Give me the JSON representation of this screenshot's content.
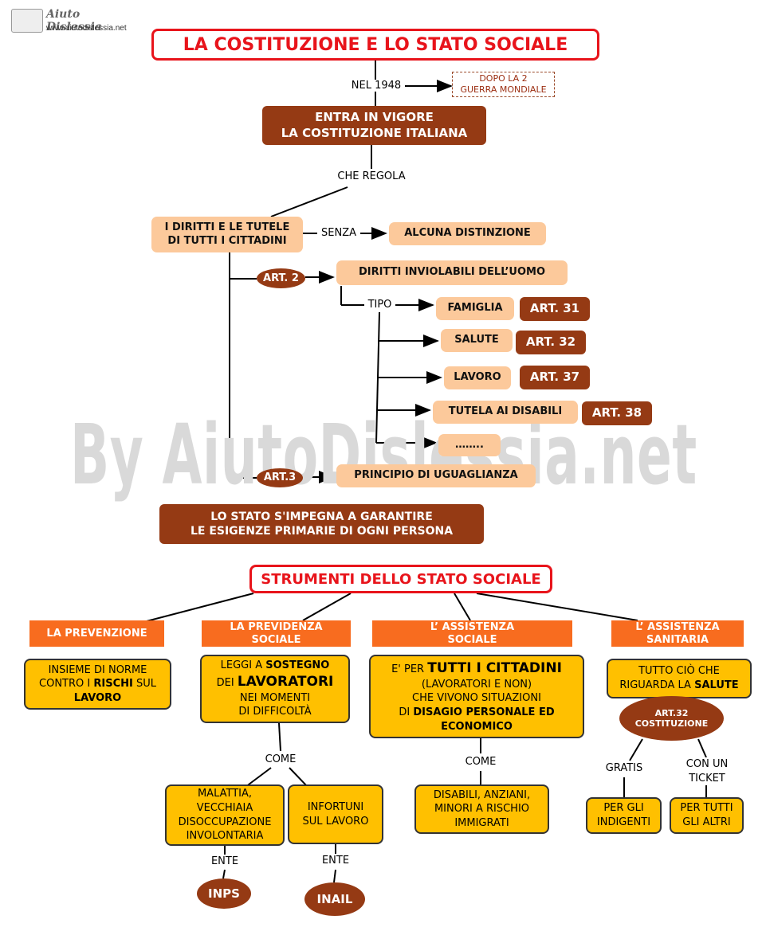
{
  "logo": {
    "name": "Aiuto Dislessia",
    "url": "www.aiutodislessia.net"
  },
  "watermark": "By AiutoDislessia.net",
  "title1": "LA COSTITUZIONE E LO STATO SOCIALE",
  "labels": {
    "nel1948": "NEL 1948",
    "che_regola": "CHE REGOLA",
    "senza": "SENZA",
    "tipo": "TIPO",
    "come1": "COME",
    "come2": "COME",
    "ente1": "ENTE",
    "ente2": "ENTE",
    "gratis": "GRATIS",
    "con_ticket": [
      "CON UN",
      "TICKET"
    ]
  },
  "dopo": [
    "DOPO LA 2",
    "GUERRA MONDIALE"
  ],
  "costituzione": [
    "ENTRA IN VIGORE",
    "LA COSTITUZIONE ITALIANA"
  ],
  "diritti": [
    "I DIRITTI E LE TUTELE",
    "DI TUTTI I CITTADINI"
  ],
  "distinzione": "ALCUNA DISTINZIONE",
  "art2": "ART. 2",
  "inviolabili": "DIRITTI INVIOLABILI DELL’UOMO",
  "tipi": [
    {
      "label": "FAMIGLIA",
      "art": "ART. 31"
    },
    {
      "label": "SALUTE",
      "art": "ART. 32"
    },
    {
      "label": "LAVORO",
      "art": "ART. 37"
    },
    {
      "label": "TUTELA AI DISABILI",
      "art": "ART. 38"
    },
    {
      "label": "……..",
      "art": ""
    }
  ],
  "art3": "ART.3",
  "uguaglianza": "PRINCIPIO DI UGUAGLIANZA",
  "impegno": [
    "LO STATO S'IMPEGNA A GARANTIRE",
    "LE ESIGENZE PRIMARIE DI OGNI PERSONA"
  ],
  "title2": "STRUMENTI DELLO STATO SOCIALE",
  "prevenzione": {
    "header": "LA  PREVENZIONE",
    "line1": "INSIEME DI NORME",
    "line2a": "CONTRO I ",
    "line2b": "RISCHI",
    "line2c": " SUL",
    "line3": "LAVORO"
  },
  "previdenza": {
    "header": [
      "LA  PREVIDENZA",
      "SOCIALE"
    ],
    "line1a": "LEGGI A ",
    "line1b": "SOSTEGNO",
    "line2a": "DEI ",
    "line2b": "LAVORATORI",
    "line3": "NEI MOMENTI",
    "line4": "DI DIFFICOLTÀ",
    "cases": [
      {
        "text": [
          "MALATTIA,",
          "VECCHIAIA",
          "DISOCCUPAZIONE",
          "INVOLONTARIA"
        ],
        "ente": "INPS"
      },
      {
        "text": [
          "INFORTUNI",
          "SUL LAVORO"
        ],
        "ente": "INAIL"
      }
    ]
  },
  "assistenza_sociale": {
    "header": [
      "L’ ASSISTENZA",
      "SOCIALE"
    ],
    "line1a": "E' PER ",
    "line1b": "TUTTI I CITTADINI",
    "line2": "(LAVORATORI E NON)",
    "line3": "CHE VIVONO SITUAZIONI",
    "line4a": "DI ",
    "line4b": "DISAGIO PERSONALE ED",
    "line5": "ECONOMICO",
    "examples": [
      "DISABILI, ANZIANI,",
      "MINORI A RISCHIO",
      "IMMIGRATI"
    ]
  },
  "assistenza_sanitaria": {
    "header": [
      "L’ ASSISTENZA",
      "SANITARIA"
    ],
    "line1": "TUTTO CIÒ CHE",
    "line2a": "RIGUARDA LA ",
    "line2b": "SALUTE",
    "art": [
      "ART.32",
      "COSTITUZIONE"
    ],
    "indigenti": [
      "PER GLI",
      "INDIGENTI"
    ],
    "tutti": [
      "PER TUTTI",
      "GLI ALTRI"
    ]
  },
  "colors": {
    "title_red": "#e8141b",
    "brown": "#953a14",
    "peach": "#fcc99b",
    "orange": "#f86c1f",
    "yellow": "#ffc000"
  }
}
